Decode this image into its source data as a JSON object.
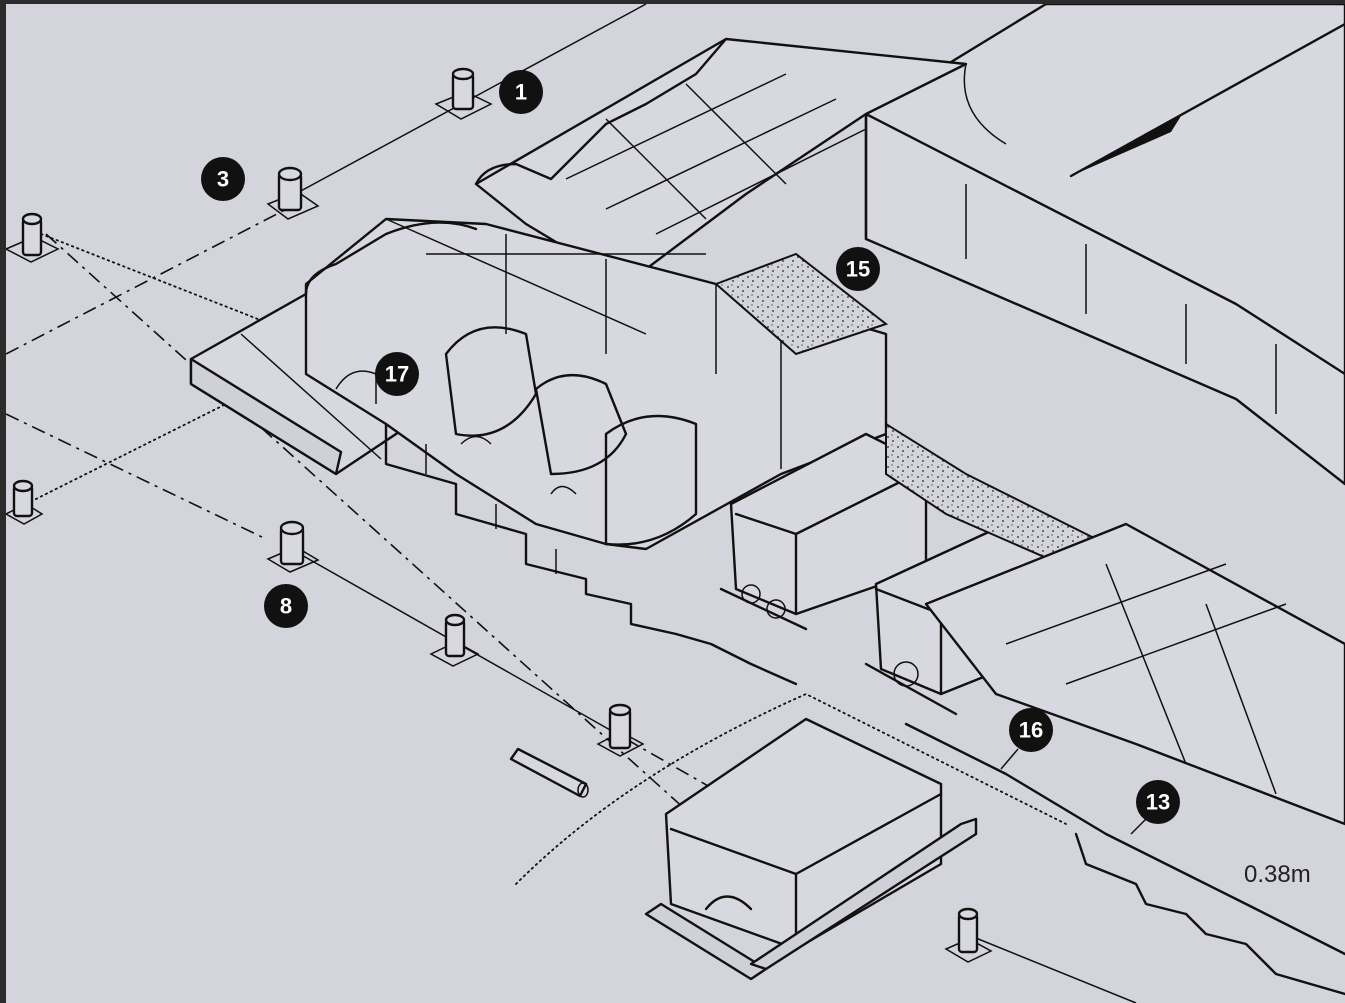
{
  "markers": [
    {
      "id": "marker-1",
      "label": "1"
    },
    {
      "id": "marker-3",
      "label": "3"
    },
    {
      "id": "marker-8",
      "label": "8"
    },
    {
      "id": "marker-13",
      "label": "13"
    },
    {
      "id": "marker-15",
      "label": "15"
    },
    {
      "id": "marker-16",
      "label": "16"
    },
    {
      "id": "marker-17",
      "label": "17"
    }
  ],
  "measurement": {
    "label": "0.38m"
  },
  "colors": {
    "paper": "#d3d4dc",
    "ink": "#111111",
    "marker_fill": "#111111",
    "marker_text": "#ffffff"
  },
  "icons": [
    "north-arrow-icon"
  ]
}
